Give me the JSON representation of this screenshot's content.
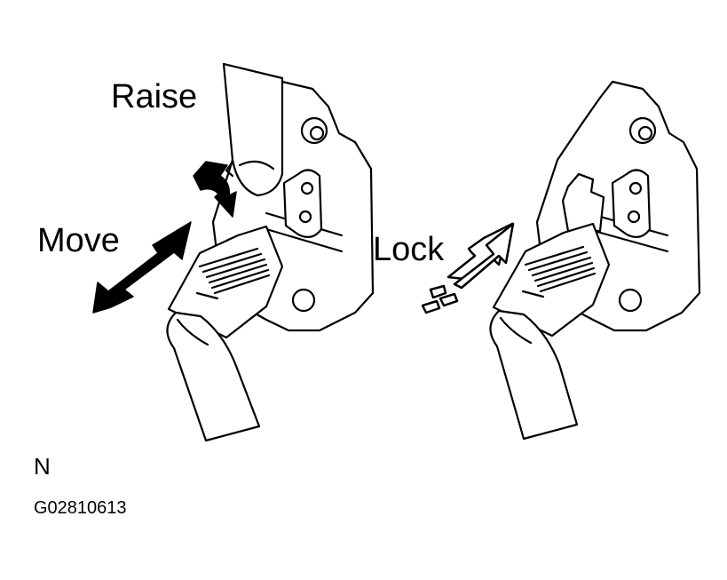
{
  "labels": {
    "raise": "Raise",
    "move": "Move",
    "lock": "Lock",
    "note": "N",
    "figure_code": "G02810613"
  },
  "colors": {
    "ink": "#000000",
    "background": "#ffffff"
  }
}
